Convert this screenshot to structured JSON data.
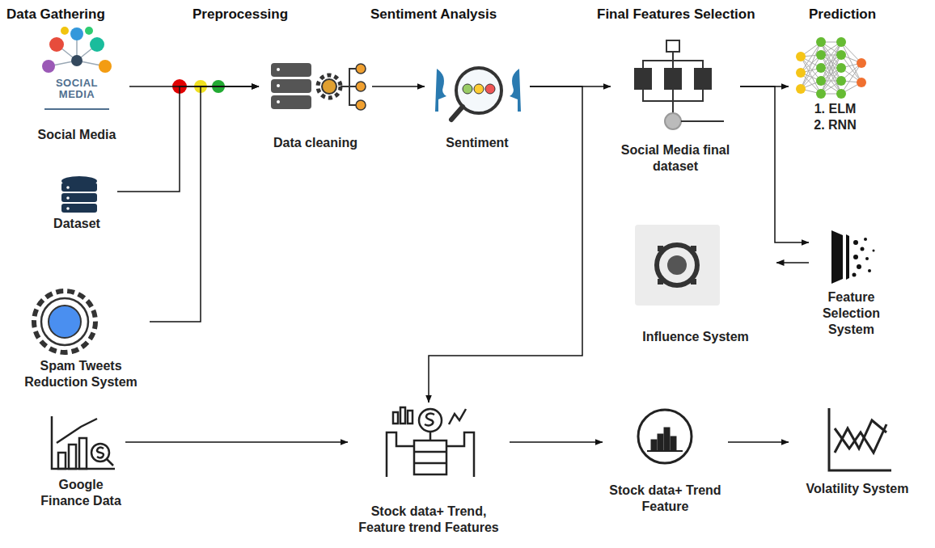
{
  "diagram": {
    "nodes": [
      {
        "text": [
          "Social Media"
        ]
      },
      {
        "text": [
          "Data cleaning"
        ]
      },
      {
        "text": [
          "Sentiment"
        ]
      },
      {
        "text": [
          "Social Media final dataset"
        ]
      },
      {
        "text": [
          "1. ELM",
          "2. RNN"
        ]
      },
      {
        "text": [
          "Dataset"
        ]
      },
      {
        "text": [
          "Influence System"
        ]
      },
      {
        "text": [
          "Feature Selection System"
        ]
      },
      {
        "text": [
          "Spam Tweets Reduction System"
        ]
      },
      {
        "text": [
          "Google Finance Data"
        ]
      },
      {
        "text": [
          "Stock data+ Trend, Feature trend Features"
        ]
      },
      {
        "text": [
          "Stock data+ Trend Feature"
        ]
      },
      {
        "text": [
          "Volatility System"
        ]
      }
    ],
    "edges": [
      {
        "from": 0,
        "to": 1,
        "arrow": "to"
      },
      {
        "from": 5,
        "to": 1,
        "arrow": "to"
      },
      {
        "from": 8,
        "to": 1,
        "arrow": "to"
      },
      {
        "from": 1,
        "to": 2,
        "arrow": "to"
      },
      {
        "from": 2,
        "to": 3,
        "arrow": "to"
      },
      {
        "from": 2,
        "to": 10,
        "arrow": "to"
      },
      {
        "from": 3,
        "to": 4,
        "arrow": "to"
      },
      {
        "from": 3,
        "to": 7,
        "arrow": "to"
      },
      {
        "from": 7,
        "to": 6,
        "arrow": "to"
      },
      {
        "from": 9,
        "to": 10,
        "arrow": "to"
      },
      {
        "from": 10,
        "to": 11,
        "arrow": "to"
      },
      {
        "from": 11,
        "to": 12,
        "arrow": "to"
      }
    ],
    "labels": [
      "Data Gathering",
      "Preprocessing",
      "Sentiment Analysis",
      "Final Features Selection",
      "Prediction",
      "SOCIAL MEDIA"
    ]
  }
}
